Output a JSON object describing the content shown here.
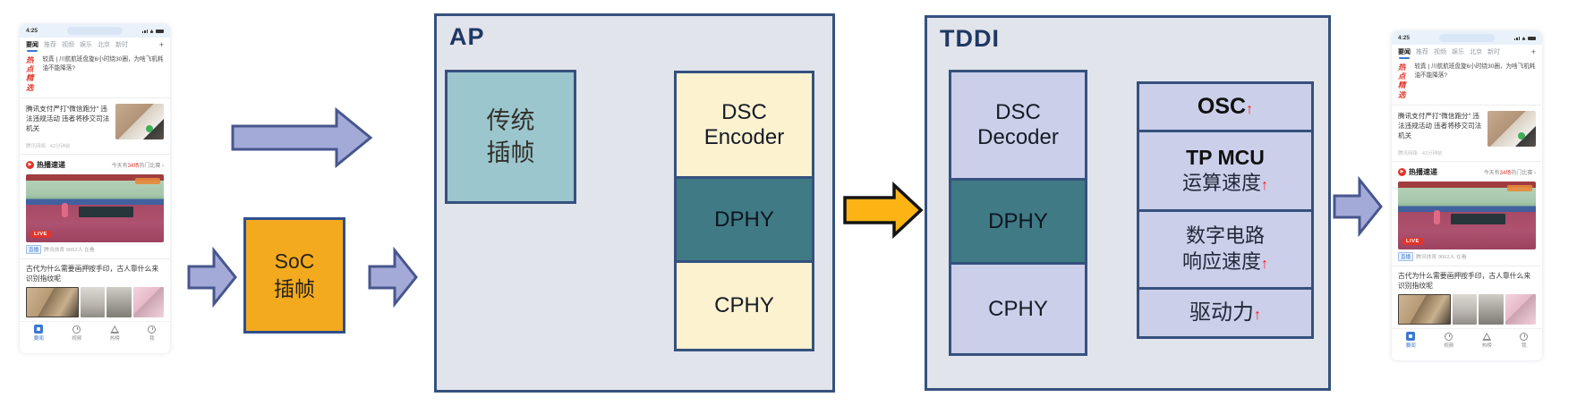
{
  "colors": {
    "big_box_fill": "#e2e4eb",
    "big_box_border": "#35517e",
    "label_navy": "#1f3864",
    "cream_fill": "#fcf2d0",
    "teal_dark_fill": "#3f7a85",
    "teal_light_fill": "#9bc6cd",
    "lavender_fill": "#cbcfe9",
    "soc_orange": "#f4aa1e",
    "blue_arrow_fill": "#a4aad8",
    "blue_arrow_border": "#47568d",
    "orange_arrow_fill": "#fcb415",
    "orange_arrow_border": "#141414",
    "red_arrow": "#ff1515",
    "app_accent_blue": "#3a78d1",
    "app_red": "#e0352b"
  },
  "diagram": {
    "ap": {
      "title": "AP",
      "legacy_box": "传统\n插帧",
      "stack": [
        "DSC\nEncoder",
        "DPHY",
        "CPHY"
      ]
    },
    "soc": {
      "line1": "SoC",
      "line2": "插帧"
    },
    "tddi": {
      "title": "TDDI",
      "stack": [
        "DSC\nDecoder",
        "DPHY",
        "CPHY"
      ],
      "benefits": [
        {
          "main": "OSC",
          "arrow": "↑"
        },
        {
          "line1": "TP MCU",
          "line2": "运算速度",
          "arrow": "↑"
        },
        {
          "line1": "数字电路",
          "line2": "响应速度",
          "arrow": "↑"
        },
        {
          "main": "驱动力",
          "arrow": "↑"
        }
      ]
    }
  },
  "phone": {
    "status": {
      "time": "4:25"
    },
    "tabs": [
      "要闻",
      "推荐",
      "视频",
      "娱乐",
      "北京",
      "新时"
    ],
    "tabs_more": "+",
    "hot": {
      "badge": "热点\n精选",
      "headline": "较真 | 川航航班盘旋6小时绕30圈，为啥飞机耗油不能降落?"
    },
    "news1": {
      "title": "腾讯支付严打\"微信跑分\" 违法违规活动 违者将移交司法机关",
      "meta": "腾讯网络 · 42分钟前"
    },
    "live_section": {
      "play_glyph": "▶",
      "title": "热播速递",
      "more_prefix": "今天有",
      "more_highlight": "34场",
      "more_suffix": "热门比赛 ›",
      "live_badge": "LIVE",
      "caption_tag": "直播",
      "caption": "腾讯体育 9062人 在看"
    },
    "news2": {
      "title": "古代为什么需要画押按手印，古人靠什么来识别指纹呢"
    },
    "nav": [
      {
        "label": "要闻"
      },
      {
        "label": "视频"
      },
      {
        "label": "热榜"
      },
      {
        "label": "我"
      }
    ]
  }
}
